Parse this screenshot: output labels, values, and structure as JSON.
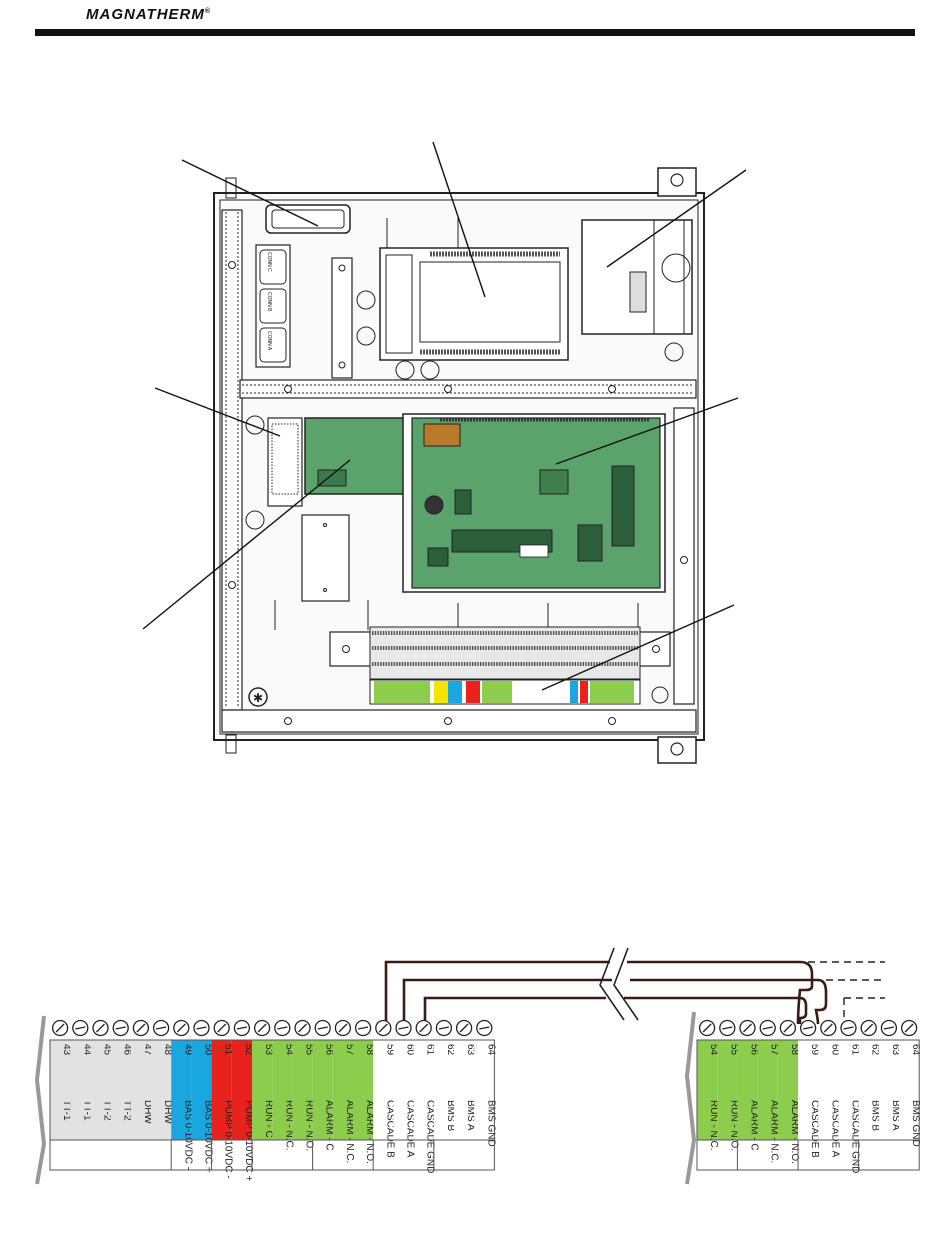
{
  "header": {
    "brand": "MAGNATHERM",
    "brand_mark": "®"
  },
  "panel": {
    "module_labels": {
      "conn_c": "CONN C",
      "conn_b": "CONN B",
      "conn_a": "CONN A"
    }
  },
  "terminal_block_left": {
    "terminals": [
      {
        "num": "43",
        "label": "TT-1",
        "color": "#e2e2e2"
      },
      {
        "num": "44",
        "label": "TT-1",
        "color": "#e2e2e2"
      },
      {
        "num": "45",
        "label": "TT-2",
        "color": "#e2e2e2"
      },
      {
        "num": "46",
        "label": "TT-2",
        "color": "#e2e2e2"
      },
      {
        "num": "47",
        "label": "DHW",
        "color": "#e2e2e2"
      },
      {
        "num": "48",
        "label": "DHW",
        "color": "#e2e2e2"
      },
      {
        "num": "49",
        "label": "BAS 0-10VDC -",
        "color": "#1aa7e0"
      },
      {
        "num": "50",
        "label": "BAS 0-10VDC +",
        "color": "#1aa7e0"
      },
      {
        "num": "51",
        "label": "PUMP 0-10VDC -",
        "color": "#e8221d"
      },
      {
        "num": "52",
        "label": "PUMP 0-10VDC +",
        "color": "#e8221d"
      },
      {
        "num": "53",
        "label": "RUN - C",
        "color": "#8ccd4d"
      },
      {
        "num": "54",
        "label": "RUN - N.C.",
        "color": "#8ccd4d"
      },
      {
        "num": "55",
        "label": "RUN - N.O.",
        "color": "#8ccd4d"
      },
      {
        "num": "56",
        "label": "ALARM - C",
        "color": "#8ccd4d"
      },
      {
        "num": "57",
        "label": "ALARM - N.C.",
        "color": "#8ccd4d"
      },
      {
        "num": "58",
        "label": "ALARM - N.O.",
        "color": "#8ccd4d"
      },
      {
        "num": "59",
        "label": "CASCADE  B",
        "color": "#ffffff"
      },
      {
        "num": "60",
        "label": "CASCADE  A",
        "color": "#ffffff"
      },
      {
        "num": "61",
        "label": "CASCADE  GND",
        "color": "#ffffff"
      },
      {
        "num": "62",
        "label": "BMS     B",
        "color": "#ffffff"
      },
      {
        "num": "63",
        "label": "BMS     A",
        "color": "#ffffff"
      },
      {
        "num": "64",
        "label": "BMS     GND",
        "color": "#ffffff"
      }
    ]
  },
  "terminal_block_right": {
    "terminals": [
      {
        "num": "54",
        "label": "RUN - N.C.",
        "color": "#8ccd4d"
      },
      {
        "num": "55",
        "label": "RUN - N.O.",
        "color": "#8ccd4d"
      },
      {
        "num": "56",
        "label": "ALARM - C",
        "color": "#8ccd4d"
      },
      {
        "num": "57",
        "label": "ALARM - N.C.",
        "color": "#8ccd4d"
      },
      {
        "num": "58",
        "label": "ALARM - N.O.",
        "color": "#8ccd4d"
      },
      {
        "num": "59",
        "label": "CASCADE  B",
        "color": "#ffffff"
      },
      {
        "num": "60",
        "label": "CASCADE  A",
        "color": "#ffffff"
      },
      {
        "num": "61",
        "label": "CASCADE  GND",
        "color": "#ffffff"
      },
      {
        "num": "62",
        "label": "BMS     B",
        "color": "#ffffff"
      },
      {
        "num": "63",
        "label": "BMS     A",
        "color": "#ffffff"
      },
      {
        "num": "64",
        "label": "BMS     GND",
        "color": "#ffffff"
      }
    ]
  }
}
